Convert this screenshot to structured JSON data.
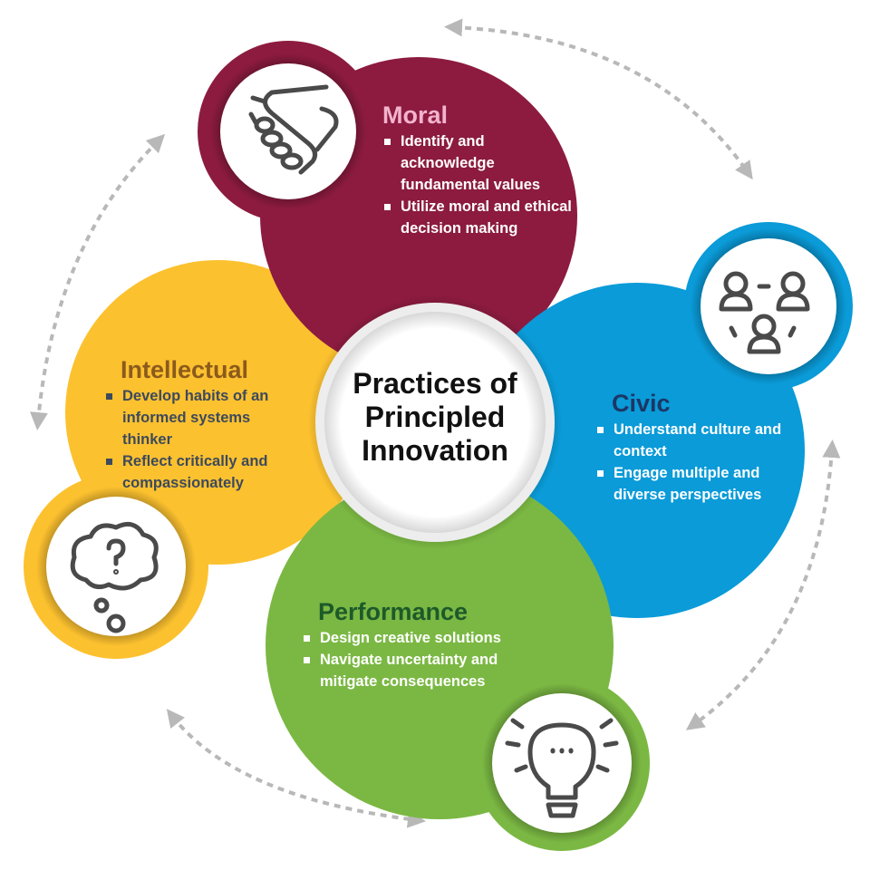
{
  "center": {
    "line1": "Practices of",
    "line2": "Principled",
    "line3": "Innovation"
  },
  "moral": {
    "title": "Moral",
    "bullets": [
      "Identify and acknowledge fundamental values",
      "Utilize moral and ethical decision making"
    ],
    "icon": "handshake-icon",
    "color": "#8c1b3f",
    "title_color": "#f3b3cd"
  },
  "civic": {
    "title": "Civic",
    "bullets": [
      "Understand culture and context",
      "Engage multiple and diverse perspectives"
    ],
    "icon": "people-group-icon",
    "color": "#0a9bd8",
    "title_color": "#1c3766"
  },
  "intellectual": {
    "title": "Intellectual",
    "bullets": [
      "Develop habits of an informed systems thinker",
      "Reflect critically and compassionately"
    ],
    "icon": "thought-bubble-question-icon",
    "color": "#fcc12f",
    "title_color": "#8b5a1c"
  },
  "performance": {
    "title": "Performance",
    "bullets": [
      "Design creative solutions",
      "Navigate uncertainty and mitigate consequences"
    ],
    "icon": "lightbulb-icon",
    "color": "#7bb843",
    "title_color": "#1d5a2a"
  }
}
